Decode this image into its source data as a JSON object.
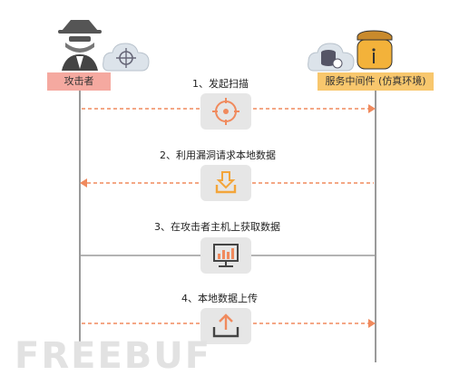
{
  "actors": {
    "attacker_label": "攻击者",
    "server_label": "服务中间件 (仿真环境)"
  },
  "steps": [
    {
      "label": "1、发起扫描",
      "direction": "right",
      "icon": "crosshair-icon"
    },
    {
      "label": "2、利用漏洞请求本地数据",
      "direction": "left",
      "icon": "download-icon"
    },
    {
      "label": "3、在攻击者主机上获取数据",
      "direction": "none",
      "icon": "monitor-chart-icon"
    },
    {
      "label": "4、本地数据上传",
      "direction": "right",
      "icon": "upload-icon"
    }
  ],
  "colors": {
    "arrow": "#f08a5d",
    "lifeline": "#999999",
    "attacker_tag": "#f5a9a0",
    "server_tag": "#f8c76d",
    "icon_box": "#e6e6e6"
  },
  "watermark": "FREEBUF"
}
